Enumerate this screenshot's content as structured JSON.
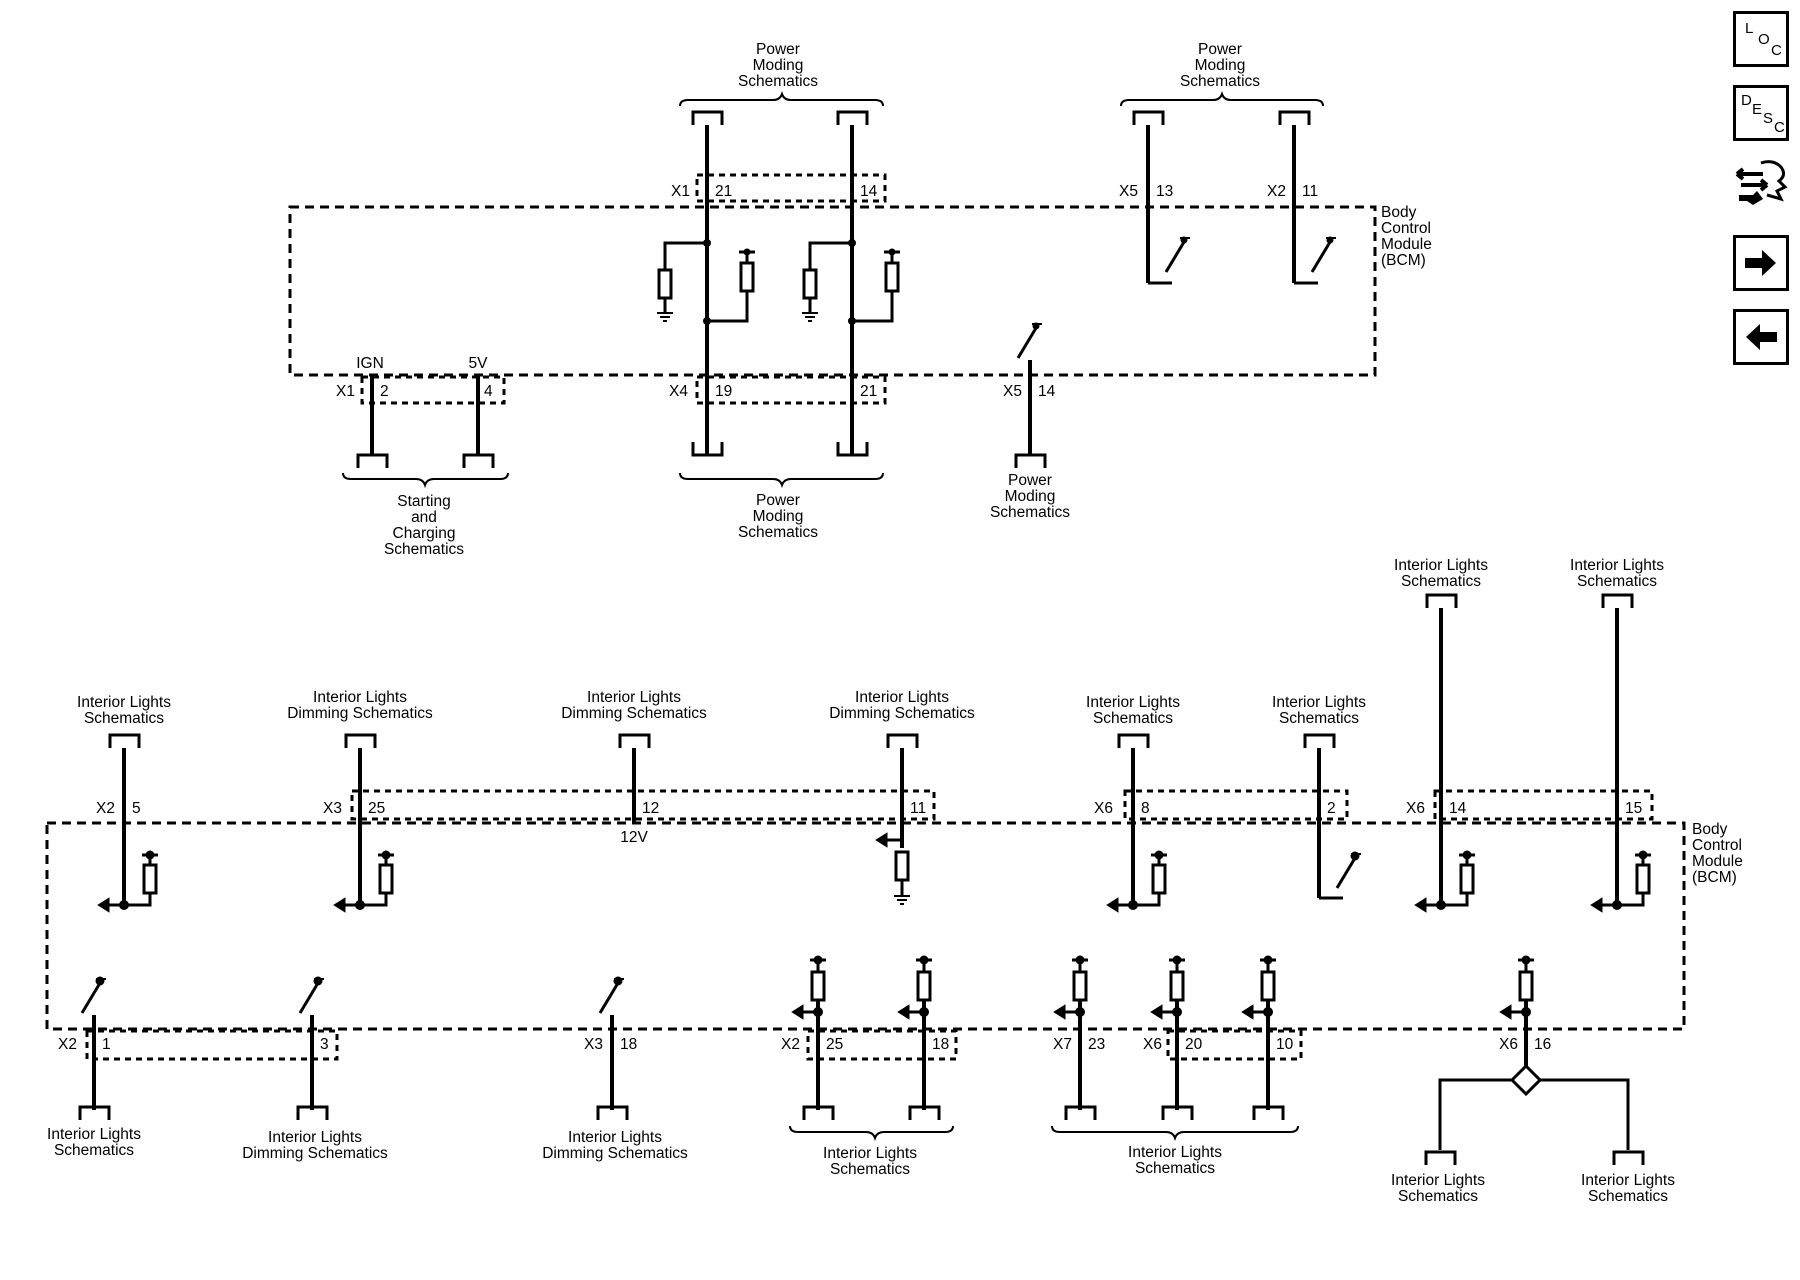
{
  "top": {
    "pm_top_left": [
      "Power",
      "Moding",
      "Schematics"
    ],
    "pm_top_right": [
      "Power",
      "Moding",
      "Schematics"
    ],
    "bcm": [
      "Body",
      "Control",
      "Module",
      "(BCM)"
    ],
    "x1_21": {
      "conn": "X1",
      "pin": "21"
    },
    "p14": "14",
    "x5_13": {
      "conn": "X5",
      "pin": "13"
    },
    "x2_11": {
      "conn": "X2",
      "pin": "11"
    },
    "ign": "IGN",
    "v5": "5V",
    "x1_2": {
      "conn": "X1",
      "pin": "2"
    },
    "p4": "4",
    "x4_19": {
      "conn": "X4",
      "pin": "19"
    },
    "p21": "21",
    "x5_14": {
      "conn": "X5",
      "pin": "14"
    },
    "starting": [
      "Starting",
      "and",
      "Charging",
      "Schematics"
    ],
    "pm_bottom": [
      "Power",
      "Moding",
      "Schematics"
    ],
    "pm_x5": [
      "Power",
      "Moding",
      "Schematics"
    ]
  },
  "bottom": {
    "il_tr1": [
      "Interior Lights",
      "Schematics"
    ],
    "il_tr2": [
      "Interior Lights",
      "Schematics"
    ],
    "top_labels": [
      [
        "Interior Lights",
        "Schematics"
      ],
      [
        "Interior Lights",
        "Dimming Schematics"
      ],
      [
        "Interior Lights",
        "Dimming Schematics"
      ],
      [
        "Interior Lights",
        "Dimming Schematics"
      ],
      [
        "Interior Lights",
        "Schematics"
      ],
      [
        "Interior Lights",
        "Schematics"
      ]
    ],
    "bcm": [
      "Body",
      "Control",
      "Module",
      "(BCM)"
    ],
    "pins_top": [
      {
        "conn": "X2",
        "pin": "5"
      },
      {
        "conn": "X3",
        "pin": "25"
      },
      {
        "conn": "",
        "pin": "12"
      },
      {
        "conn": "",
        "pin": "11"
      },
      {
        "conn": "X6",
        "pin": "8"
      },
      {
        "conn": "",
        "pin": "2"
      },
      {
        "conn": "X6",
        "pin": "14"
      },
      {
        "conn": "",
        "pin": "15"
      }
    ],
    "v12": "12V",
    "pins_bottom": [
      {
        "conn": "X2",
        "pin": "1"
      },
      {
        "conn": "",
        "pin": "3"
      },
      {
        "conn": "X3",
        "pin": "18"
      },
      {
        "conn": "X2",
        "pin": "25"
      },
      {
        "conn": "",
        "pin": "18"
      },
      {
        "conn": "X7",
        "pin": "23"
      },
      {
        "conn": "X6",
        "pin": "20"
      },
      {
        "conn": "",
        "pin": "10"
      },
      {
        "conn": "X6",
        "pin": "16"
      }
    ],
    "bottom_labels": [
      [
        "Interior Lights",
        "Schematics"
      ],
      [
        "Interior Lights",
        "Dimming Schematics"
      ],
      [
        "Interior Lights",
        "Dimming Schematics"
      ],
      [
        "Interior Lights",
        "Schematics"
      ],
      [
        "Interior Lights",
        "Schematics"
      ],
      [
        "Interior Lights",
        "Schematics"
      ],
      [
        "Interior Lights",
        "Schematics"
      ]
    ]
  },
  "nav": {
    "loc": [
      "L",
      "O",
      "C"
    ],
    "desc": [
      "D",
      "E",
      "S",
      "C"
    ],
    "icons": [
      "loc-icon",
      "desc-icon",
      "connector-tool-icon",
      "arrow-right-icon",
      "arrow-left-icon"
    ]
  }
}
